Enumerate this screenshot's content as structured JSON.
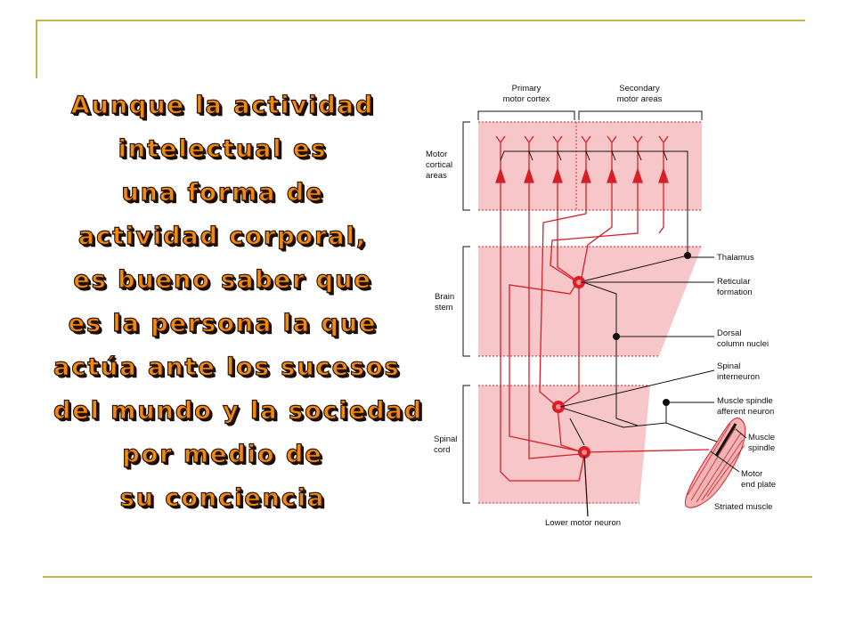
{
  "colors": {
    "rule": "#c9b44a",
    "quote_fill": "#f28a0f",
    "band": "#f7c6c8",
    "neuron_red": "#d81f26"
  },
  "quote_lines": [
    "Aunque la actividad",
    "intelectual es",
    "una forma de",
    "actividad corporal,",
    "es bueno saber que",
    "es la persona la que",
    "actúa ante los sucesos",
    "del mundo y la sociedad",
    "por medio de",
    "su conciencia"
  ],
  "diagram": {
    "headers": {
      "primary": [
        "Primary",
        "motor cortex"
      ],
      "secondary": [
        "Secondary",
        "motor areas"
      ]
    },
    "left_labels": {
      "cortical": [
        "Motor",
        "cortical",
        "areas"
      ],
      "brain": [
        "Brain",
        "stem"
      ],
      "spinal": [
        "Spinal",
        "cord"
      ]
    },
    "right_labels": {
      "thalamus": [
        "Thalamus"
      ],
      "reticular": [
        "Reticular",
        "formation"
      ],
      "dorsal": [
        "Dorsal",
        "column nuclei"
      ],
      "interneuron": [
        "Spinal",
        "interneuron"
      ],
      "spindle_afferent": [
        "Muscle spindle",
        "afferent neuron"
      ],
      "muscle_spindle": [
        "Muscle",
        "spindle"
      ],
      "end_plate": [
        "Motor",
        "end plate"
      ],
      "striated": [
        "Striated muscle"
      ]
    },
    "bottom_label": [
      "Lower motor neuron"
    ]
  }
}
